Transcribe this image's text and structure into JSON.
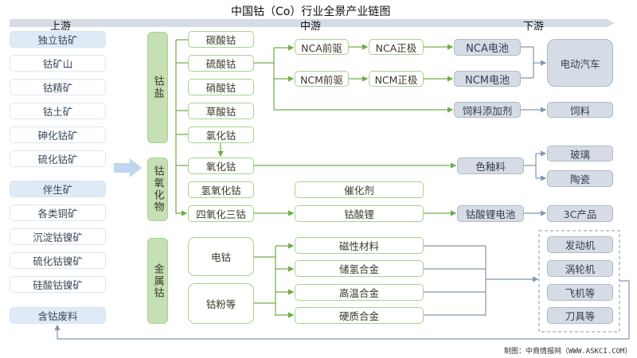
{
  "title": "中国钴（Co）行业全景产业链图",
  "stages": {
    "up": "上游",
    "mid": "中游",
    "down": "下游"
  },
  "upstream": [
    "独立钴矿",
    "钴矿山",
    "钴精矿",
    "钴土矿",
    "砷化钴矿",
    "硫化钴矿",
    "伴生矿",
    "各类铜矿",
    "沉淀钴镍矿",
    "硫化钴镍矿",
    "硅酸钴镍矿",
    "含钴废料"
  ],
  "categories": {
    "salt": "钴盐",
    "oxide": "钴氧化物",
    "metal": "金属钴"
  },
  "salts": [
    "碳酸钴",
    "硫酸钴",
    "硝酸钴",
    "草酸钴",
    "氯化钴"
  ],
  "oxides": [
    "氧化钴",
    "氢氧化钴",
    "四氧化三钴"
  ],
  "metals": [
    "电钴",
    "钴粉等"
  ],
  "mid2": {
    "nca_pre": "NCA前驱",
    "ncm_pre": "NCM前驱",
    "nca_cat": "NCA正极",
    "ncm_cat": "NCM正极",
    "catalyst": "催化剂",
    "lco": "钴酸锂"
  },
  "alloys": [
    "磁性材料",
    "储氢合金",
    "高温合金",
    "硬质合金"
  ],
  "down1": {
    "nca_bat": "NCA电池",
    "ncm_bat": "NCM电池",
    "feed_add": "饲料添加剂",
    "glaze": "色釉料",
    "lco_bat": "钴酸锂电池"
  },
  "down2": {
    "ev": "电动汽车",
    "feed": "饲料",
    "glass": "玻璃",
    "ceramic": "陶瓷",
    "c3": "3C产品"
  },
  "apps": [
    "发动机",
    "涡轮机",
    "飞机等",
    "刀具等"
  ],
  "footer": "制图：中商情报网（WWW.ASKCI.COM）"
}
